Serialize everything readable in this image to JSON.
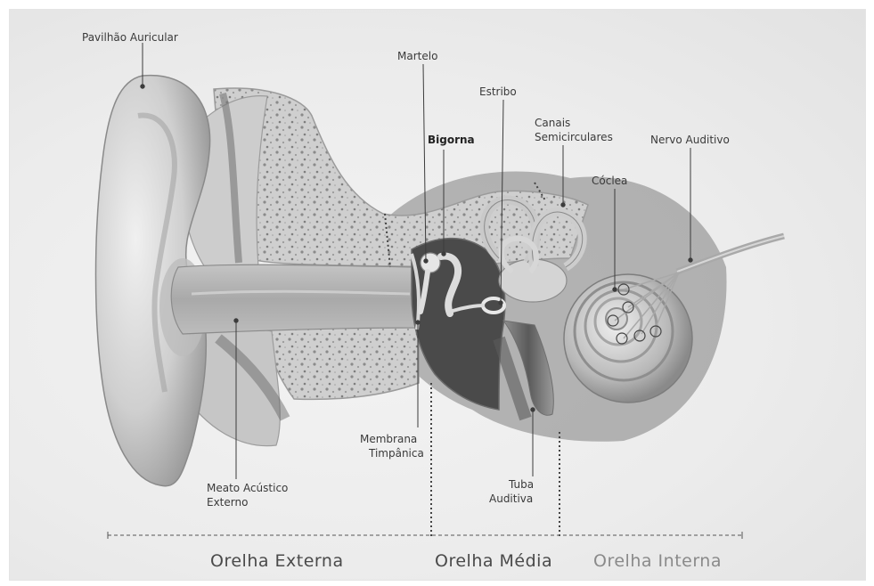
{
  "labels": {
    "pavilhao": "Pavilhão Auricular",
    "martelo": "Martelo",
    "estribo": "Estribo",
    "bigorna": "Bigorna",
    "canais_line1": "Canais",
    "canais_line2": "Semicirculares",
    "nervo": "Nervo Auditivo",
    "coclea": "Cóclea",
    "membrana_line1": "Membrana",
    "membrana_line2": "Timpânica",
    "meato_line1": "Meato Acústico",
    "meato_line2": "Externo",
    "tuba_line1": "Tuba",
    "tuba_line2": "Auditiva"
  },
  "regions": {
    "externa": "Orelha Externa",
    "media": "Orelha Média",
    "interna": "Orelha Interna"
  }
}
